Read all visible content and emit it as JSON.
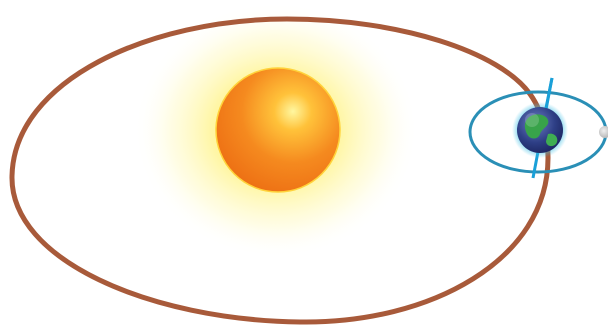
{
  "diagram": {
    "bodies": [
      {
        "name": "sun"
      },
      {
        "name": "earth"
      },
      {
        "name": "moon"
      }
    ],
    "orbits": [
      {
        "name": "earth-orbit",
        "color": "#a85a3a"
      },
      {
        "name": "moon-orbit",
        "color": "#2a8fb6"
      }
    ],
    "colors": {
      "sun_glow": "#fff59a",
      "sun_core": "#f07a16",
      "sun_highlight": "#fff7a0",
      "earth_ocean": "#2e3f86",
      "earth_land": "#38a34a",
      "earth_atmosphere": "#3fc0e6",
      "axis": "#1aa0d8",
      "moon": "#c8c8c8"
    }
  }
}
